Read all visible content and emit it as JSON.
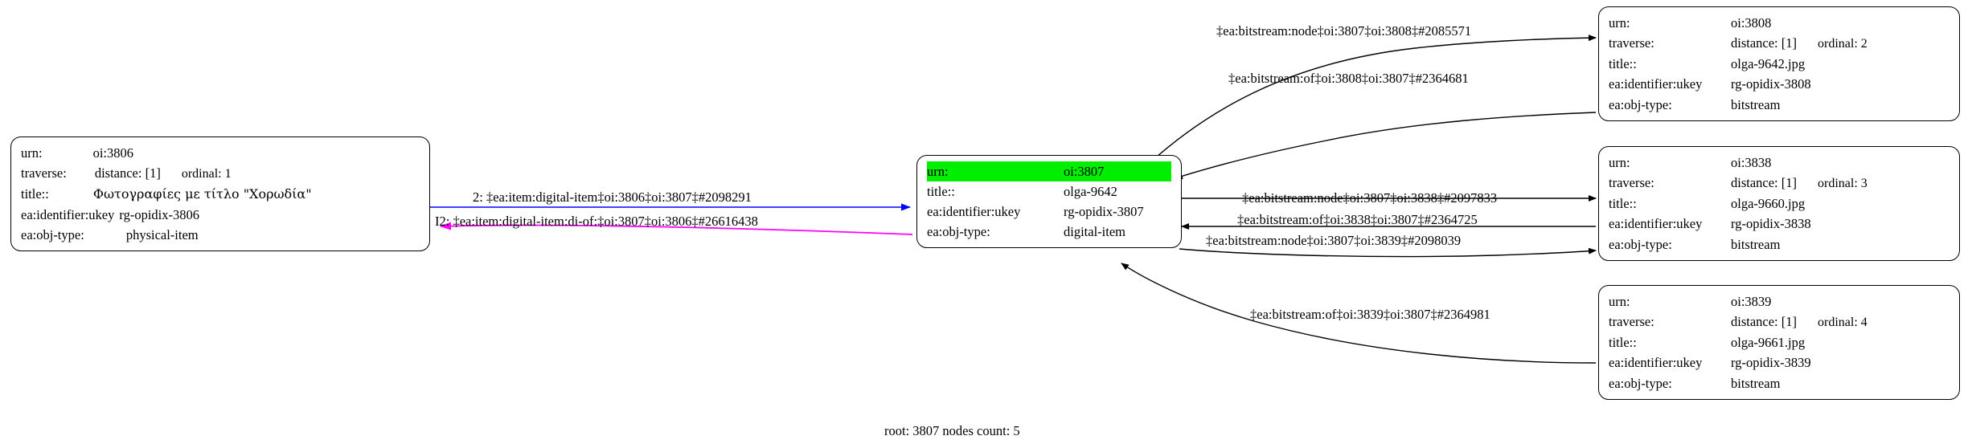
{
  "diagram": {
    "caption": "root: 3807 nodes count: 5",
    "colors": {
      "highlight": "#00ee00",
      "edge_default": "#000000",
      "edge_forward": "#0000ff",
      "edge_reverse": "#ff00ff",
      "node_border": "#000000",
      "background": "#ffffff"
    }
  },
  "nodes": [
    {
      "id": "oi-3806",
      "rows": [
        {
          "key": "urn:",
          "value": "oi:3806",
          "extra": "",
          "highlight": false
        },
        {
          "key": "traverse:",
          "value": "distance: [1]",
          "extra": "ordinal: 1",
          "highlight": false
        },
        {
          "key": "title::",
          "value": "Φωτογραφίες με τίτλο \"Χορωδία\"",
          "extra": "",
          "highlight": false
        },
        {
          "key": "ea:identifier:ukey",
          "value": "rg-opidix-3806",
          "extra": "",
          "highlight": false
        },
        {
          "key": "ea:obj-type:",
          "value": "physical-item",
          "extra": "",
          "highlight": false
        }
      ]
    },
    {
      "id": "oi-3807",
      "rows": [
        {
          "key": "urn:",
          "value": "oi:3807",
          "extra": "",
          "highlight": true
        },
        {
          "key": "title::",
          "value": "olga-9642",
          "extra": "",
          "highlight": false
        },
        {
          "key": "ea:identifier:ukey",
          "value": "rg-opidix-3807",
          "extra": "",
          "highlight": false
        },
        {
          "key": "ea:obj-type:",
          "value": "digital-item",
          "extra": "",
          "highlight": false
        }
      ]
    },
    {
      "id": "oi-3808",
      "rows": [
        {
          "key": "urn:",
          "value": "oi:3808",
          "extra": "",
          "highlight": false
        },
        {
          "key": "traverse:",
          "value": "distance: [1]",
          "extra": "ordinal: 2",
          "highlight": false
        },
        {
          "key": "title::",
          "value": "olga-9642.jpg",
          "extra": "",
          "highlight": false
        },
        {
          "key": "ea:identifier:ukey",
          "value": "rg-opidix-3808",
          "extra": "",
          "highlight": false
        },
        {
          "key": "ea:obj-type:",
          "value": "bitstream",
          "extra": "",
          "highlight": false
        }
      ]
    },
    {
      "id": "oi-3838",
      "rows": [
        {
          "key": "urn:",
          "value": "oi:3838",
          "extra": "",
          "highlight": false
        },
        {
          "key": "traverse:",
          "value": "distance: [1]",
          "extra": "ordinal: 3",
          "highlight": false
        },
        {
          "key": "title::",
          "value": "olga-9660.jpg",
          "extra": "",
          "highlight": false
        },
        {
          "key": "ea:identifier:ukey",
          "value": "rg-opidix-3838",
          "extra": "",
          "highlight": false
        },
        {
          "key": "ea:obj-type:",
          "value": "bitstream",
          "extra": "",
          "highlight": false
        }
      ]
    },
    {
      "id": "oi-3839",
      "rows": [
        {
          "key": "urn:",
          "value": "oi:3839",
          "extra": "",
          "highlight": false
        },
        {
          "key": "traverse:",
          "value": "distance: [1]",
          "extra": "ordinal: 4",
          "highlight": false
        },
        {
          "key": "title::",
          "value": "olga-9661.jpg",
          "extra": "",
          "highlight": false
        },
        {
          "key": "ea:identifier:ukey",
          "value": "rg-opidix-3839",
          "extra": "",
          "highlight": false
        },
        {
          "key": "ea:obj-type:",
          "value": "bitstream",
          "extra": "",
          "highlight": false
        }
      ]
    }
  ],
  "edges": [
    {
      "id": "e-3806-3807",
      "label": "2: ‡ea:item:digital-item‡oi:3806‡oi:3807‡#2098291",
      "color": "#0000ff"
    },
    {
      "id": "e-3807-3806",
      "label": "I2: ‡ea:item:digital-item:di-of:‡oi:3807‡oi:3806‡#26616438",
      "color": "#ff00ff"
    },
    {
      "id": "e-3807-3808",
      "label": "‡ea:bitstream:node‡oi:3807‡oi:3808‡#2085571",
      "color": "#000000"
    },
    {
      "id": "e-3808-3807",
      "label": "‡ea:bitstream:of‡oi:3808‡oi:3807‡#2364681",
      "color": "#000000"
    },
    {
      "id": "e-3807-3838",
      "label": "‡ea:bitstream:node‡oi:3807‡oi:3838‡#2097833",
      "color": "#000000"
    },
    {
      "id": "e-3838-3807",
      "label": "‡ea:bitstream:of‡oi:3838‡oi:3807‡#2364725",
      "color": "#000000"
    },
    {
      "id": "e-3807-3839",
      "label": "‡ea:bitstream:node‡oi:3807‡oi:3839‡#2098039",
      "color": "#000000"
    },
    {
      "id": "e-3839-3807",
      "label": "‡ea:bitstream:of‡oi:3839‡oi:3807‡#2364981",
      "color": "#000000"
    }
  ]
}
